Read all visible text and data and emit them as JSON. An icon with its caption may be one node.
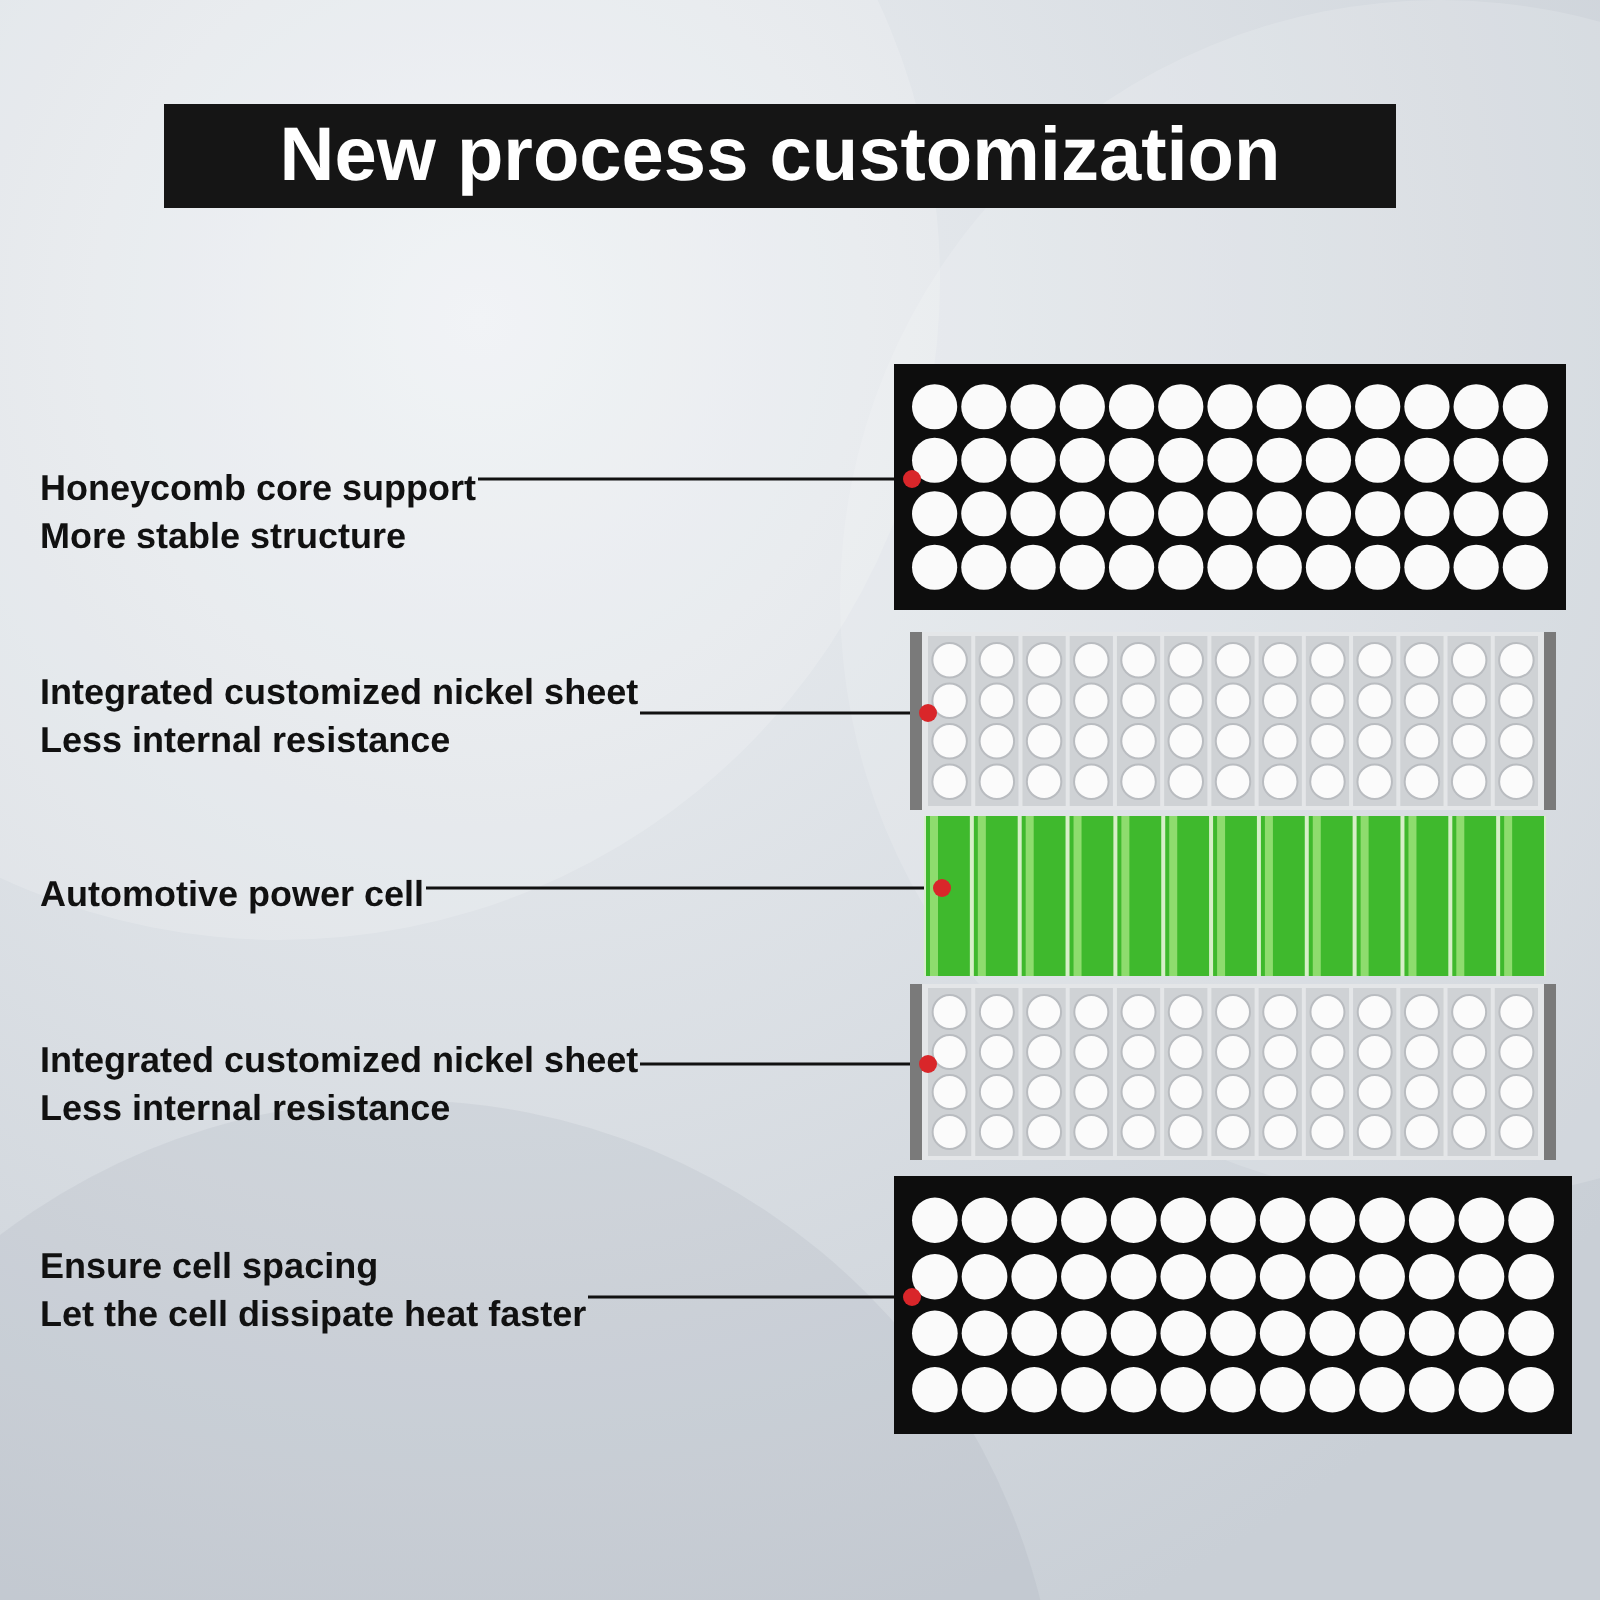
{
  "diagram": {
    "title": "New process customization",
    "nodes": [
      {
        "text": [
          "Honeycomb core support",
          "More stable structure"
        ]
      },
      {
        "text": [
          "Integrated customized nickel sheet",
          "Less internal resistance"
        ]
      },
      {
        "text": [
          "Automotive power cell"
        ]
      },
      {
        "text": [
          "Integrated customized nickel sheet",
          "Less internal resistance"
        ]
      },
      {
        "text": [
          "Ensure cell spacing",
          "Let the cell dissipate heat faster"
        ]
      },
      {
        "text": [],
        "shape": "picture"
      },
      {
        "text": [],
        "shape": "picture"
      },
      {
        "text": [],
        "shape": "picture"
      },
      {
        "text": [],
        "shape": "picture"
      },
      {
        "text": [],
        "shape": "picture"
      }
    ],
    "edges": [
      {
        "from": 0,
        "to": 5,
        "arrow": "none"
      },
      {
        "from": 1,
        "to": 6,
        "arrow": "none"
      },
      {
        "from": 2,
        "to": 7,
        "arrow": "none"
      },
      {
        "from": 3,
        "to": 8,
        "arrow": "none"
      },
      {
        "from": 4,
        "to": 9,
        "arrow": "none"
      }
    ]
  }
}
